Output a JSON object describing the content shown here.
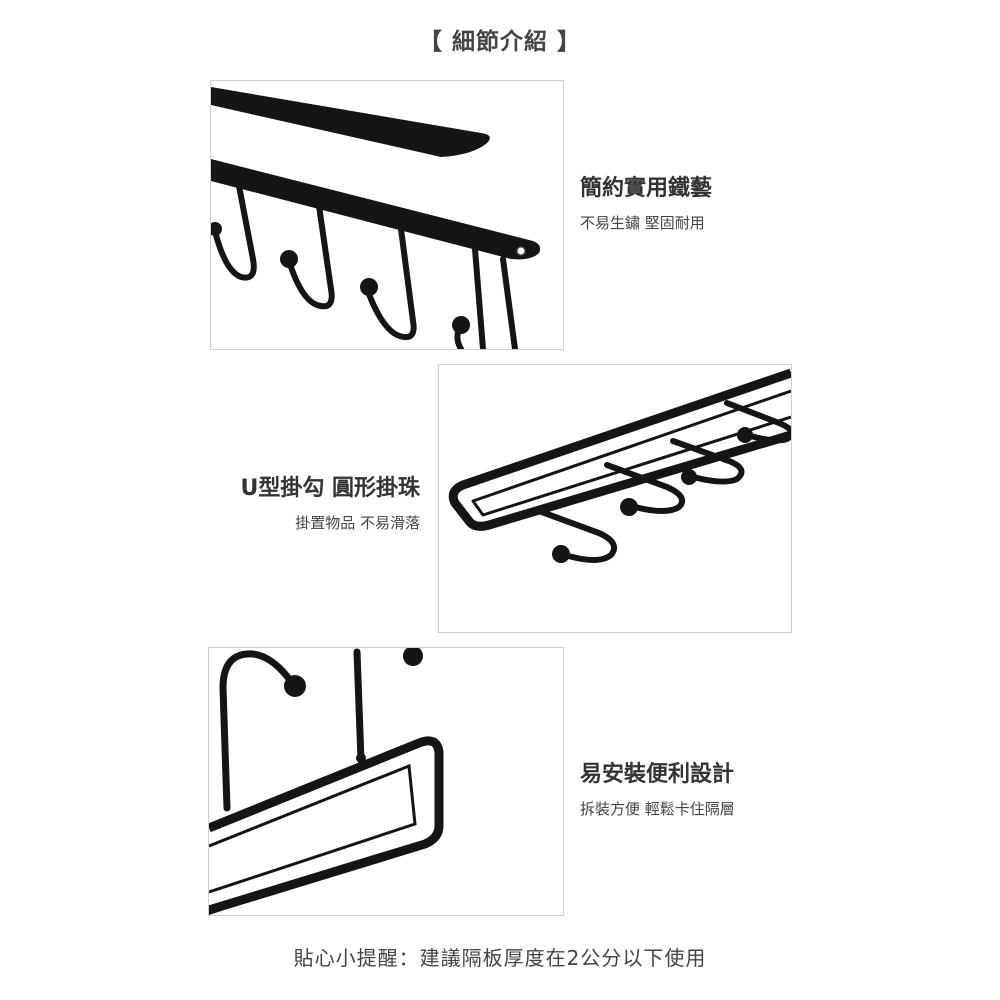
{
  "header": {
    "title": "【 細節介紹 】"
  },
  "features": [
    {
      "title": "簡約實用鐵藝",
      "subtitle": "不易生鏽 堅固耐用"
    },
    {
      "title": "U型掛勾 圓形掛珠",
      "subtitle": "掛置物品 不易滑落"
    },
    {
      "title": "易安裝便利設計",
      "subtitle": "拆裝方便 輕鬆卡住隔層"
    }
  ],
  "footer": {
    "note": "貼心小提醒：建議隔板厚度在2公分以下使用"
  },
  "colors": {
    "metal": "#151515",
    "border": "#cfcfcf",
    "text": "#333333"
  }
}
